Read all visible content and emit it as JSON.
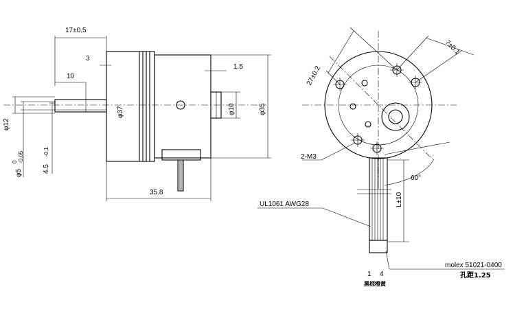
{
  "side_view": {
    "dim_length_17": "17±0.5",
    "dim_3": "3",
    "dim_10": "10",
    "dim_phi12": "φ12",
    "dim_phi5": "φ5",
    "dim_phi5_tol_upper": "0",
    "dim_phi5_tol_lower": "-0.05",
    "dim_4_5": "4.5",
    "dim_4_5_tol": "-0.1",
    "dim_phi37": "φ37",
    "dim_phi10": "φ10",
    "dim_phi35": "φ35",
    "dim_1_5": "1.5",
    "dim_35_8": "35.8"
  },
  "front_view": {
    "dim_27": "27±0.2",
    "dim_7": "7±0.1",
    "dim_2m3": "2-M3",
    "dim_60": "60°",
    "dim_L10": "L±10",
    "cable_label": "UL1061 AWG28",
    "connector_label": "molex 51021-0400",
    "pitch_label": "孔距1.25",
    "pin_1": "1",
    "pin_4": "4",
    "wire_colors": "黑棕橙黄"
  }
}
